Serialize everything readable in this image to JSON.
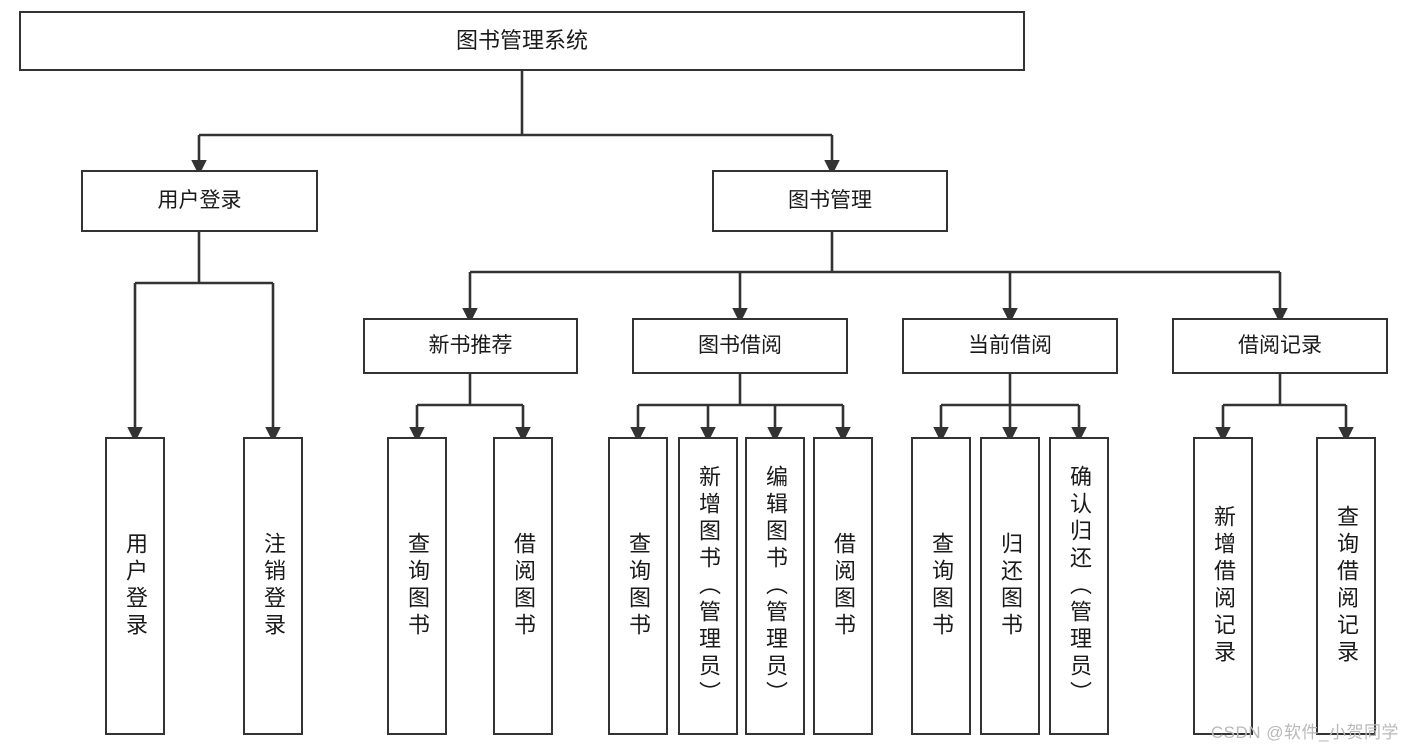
{
  "diagram": {
    "title": "图书管理系统",
    "type": "tree",
    "root": {
      "id": "root",
      "label": "图书管理系统"
    },
    "level1": [
      {
        "id": "user-login",
        "label": "用户登录"
      },
      {
        "id": "book-manage",
        "label": "图书管理"
      }
    ],
    "level2": [
      {
        "id": "new-book-rec",
        "label": "新书推荐",
        "parent": "book-manage"
      },
      {
        "id": "book-borrow",
        "label": "图书借阅",
        "parent": "book-manage"
      },
      {
        "id": "current-borrow",
        "label": "当前借阅",
        "parent": "book-manage"
      },
      {
        "id": "borrow-record",
        "label": "借阅记录",
        "parent": "book-manage"
      }
    ],
    "leaves": {
      "user-login": [
        {
          "id": "leaf-user-login",
          "label": "用户登录"
        },
        {
          "id": "leaf-logout",
          "label": "注销登录"
        }
      ],
      "new-book-rec": [
        {
          "id": "leaf-query-book-1",
          "label": "查询图书"
        },
        {
          "id": "leaf-borrow-book-1",
          "label": "借阅图书"
        }
      ],
      "book-borrow": [
        {
          "id": "leaf-query-book-2",
          "label": "查询图书"
        },
        {
          "id": "leaf-add-book",
          "label": "新增图书（管理员）"
        },
        {
          "id": "leaf-edit-book",
          "label": "编辑图书（管理员）"
        },
        {
          "id": "leaf-borrow-book-2",
          "label": "借阅图书"
        }
      ],
      "current-borrow": [
        {
          "id": "leaf-query-book-3",
          "label": "查询图书"
        },
        {
          "id": "leaf-return-book",
          "label": "归还图书"
        },
        {
          "id": "leaf-confirm-return",
          "label": "确认归还（管理员）"
        }
      ],
      "borrow-record": [
        {
          "id": "leaf-add-record",
          "label": "新增借阅记录"
        },
        {
          "id": "leaf-query-record",
          "label": "查询借阅记录"
        }
      ]
    }
  },
  "watermark": {
    "text": "CSDN @软件_小贺同学"
  },
  "colors": {
    "stroke": "#333333",
    "fill": "#ffffff",
    "text": "#1a1a1a",
    "watermark": "#b9b9b9"
  }
}
